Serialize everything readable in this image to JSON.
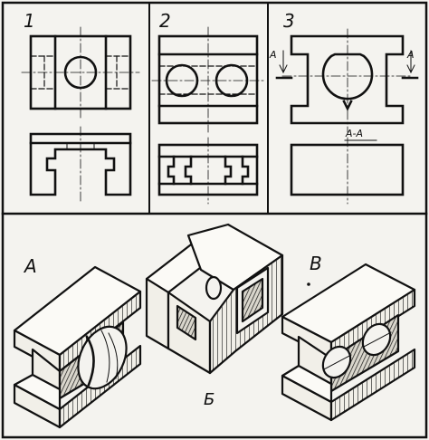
{
  "panels": [
    {
      "id": "1",
      "label": "1"
    },
    {
      "id": "2",
      "label": "2"
    },
    {
      "id": "3",
      "label": "3",
      "cut_mark_left": "А",
      "cut_mark_right": "А",
      "section_title": "А-А"
    }
  ],
  "views": [
    {
      "id": "A",
      "label": "А"
    },
    {
      "id": "B",
      "label": "Б"
    },
    {
      "id": "V",
      "label": "В"
    }
  ],
  "colors": {
    "ink": "#111111",
    "paper": "#f4f3ef"
  }
}
